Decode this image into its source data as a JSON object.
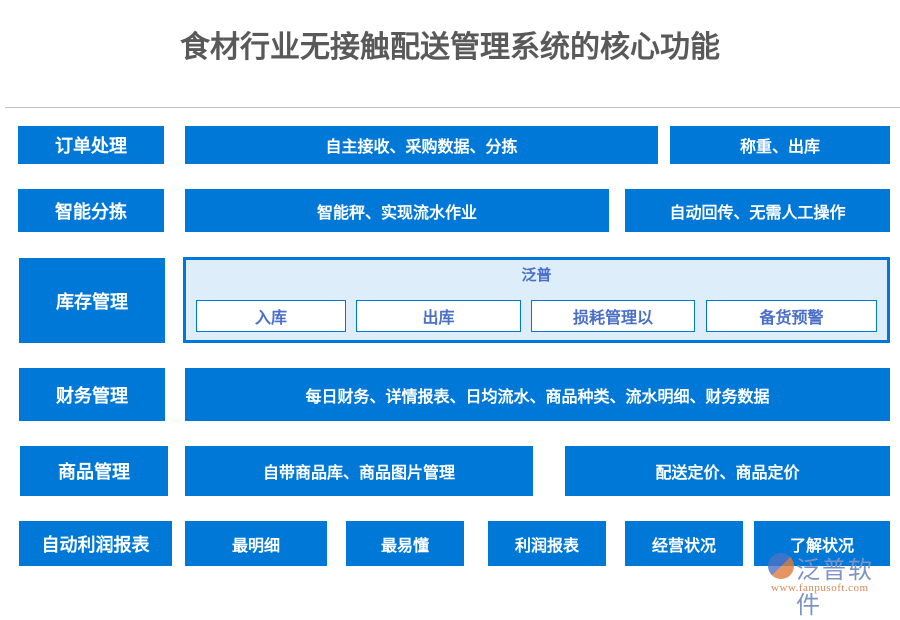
{
  "title": "食材行业无接触配送管理系统的核心功能",
  "rows": [
    {
      "label": "订单处理",
      "items": [
        "自主接收、采购数据、分拣",
        "称重、出库"
      ]
    },
    {
      "label": "智能分拣",
      "items": [
        "智能秤、实现流水作业",
        "自动回传、无需人工操作"
      ]
    },
    {
      "label": "库存管理",
      "panel_title": "泛普",
      "items": [
        "入库",
        "出库",
        "损耗管理以",
        "备货预警"
      ]
    },
    {
      "label": "财务管理",
      "items": [
        "每日财务、详情报表、日均流水、商品种类、流水明细、财务数据"
      ]
    },
    {
      "label": "商品管理",
      "items": [
        "自带商品库、商品图片管理",
        "配送定价、商品定价"
      ]
    },
    {
      "label": "自动利润报表",
      "items": [
        "最明细",
        "最易懂",
        "利润报表",
        "经营状况",
        "了解状况"
      ]
    }
  ],
  "watermark": {
    "brand": "泛普软件",
    "url": "www.fanpusoft.com"
  },
  "colors": {
    "primary_blue": "#0078d7",
    "panel_bg": "#deedfa",
    "sub_text": "#4a6fc8",
    "title_gray": "#595959"
  }
}
